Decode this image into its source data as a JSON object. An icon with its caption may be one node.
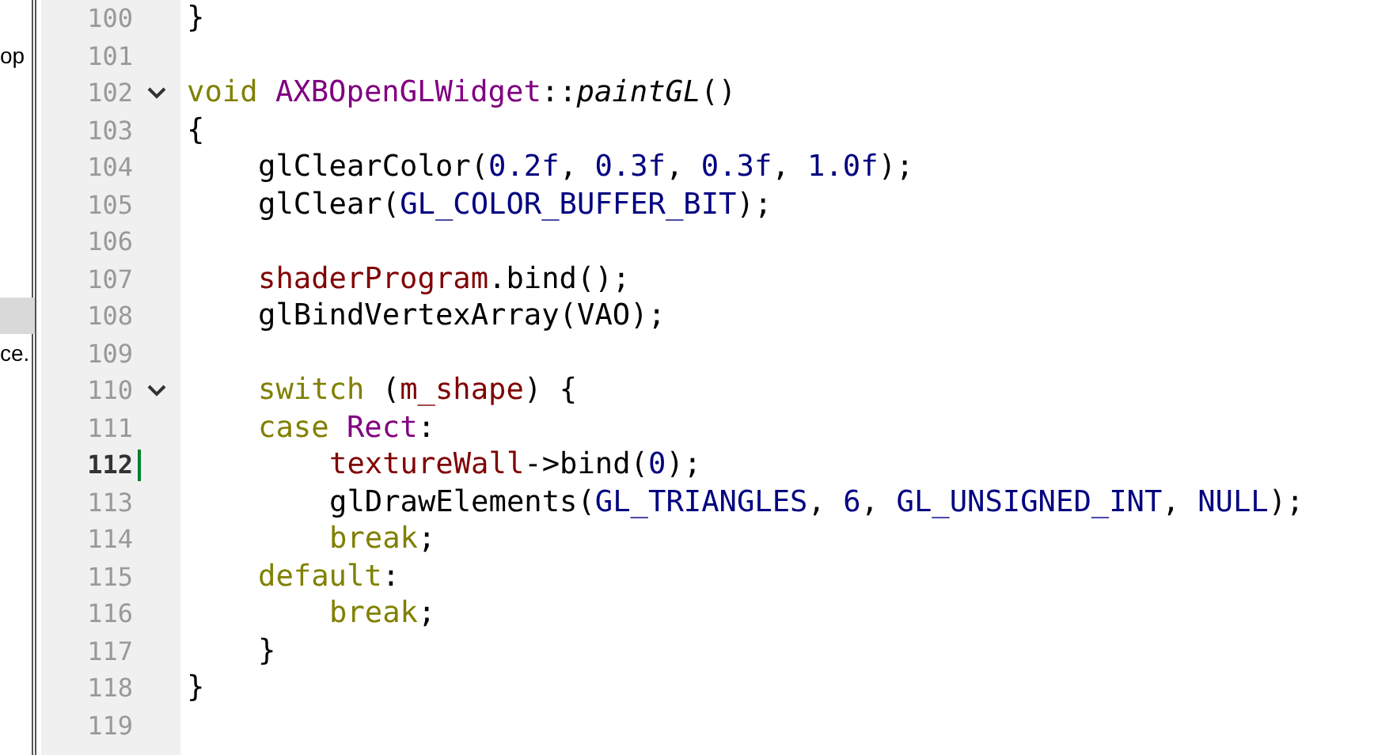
{
  "diagram": {
    "labels": [
      "100",
      "}",
      "op",
      "101",
      "102",
      "void AXBOpenGLWidget::*paintGL*()",
      "103",
      "{",
      "104",
      "glClearColor(0.2f, 0.3f, 0.3f, 1.0f);",
      "105",
      "glClear(GL_COLOR_BUFFER_BIT);",
      "106",
      "107",
      "shaderProgram.bind();",
      "108",
      "glBindVertexArray(VAO);",
      "ce.",
      "109",
      "110",
      "switch (m_shape) {",
      "111",
      "case Rect:",
      "112",
      "textureWall->bind(0);",
      "113",
      "glDrawElements(GL_TRIANGLES, 6, GL_UNSIGNED_INT, NULL);",
      "114",
      "break;",
      "115",
      "default:",
      "116",
      "break;",
      "117",
      "}",
      "118",
      "}",
      "119"
    ]
  }
}
